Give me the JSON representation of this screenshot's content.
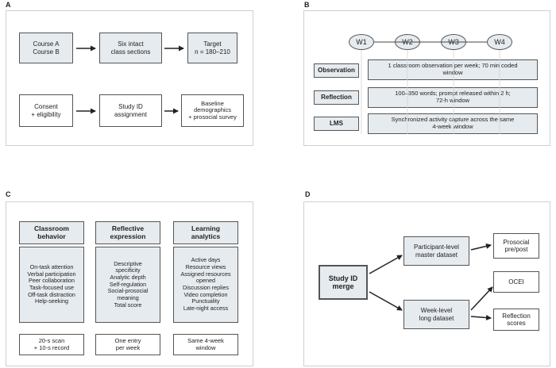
{
  "panel_a": {
    "label": "A",
    "row1": [
      [
        "Course A",
        "Course B"
      ],
      [
        "Six intact",
        "class sections"
      ],
      [
        "Target",
        "n = 180–210"
      ]
    ],
    "row2": [
      [
        "Consent",
        "+ eligibility"
      ],
      [
        "Study ID",
        "assignment"
      ],
      [
        "Baseline",
        "demographics",
        "+ prosocial survey"
      ]
    ]
  },
  "panel_b": {
    "label": "B",
    "weeks": [
      "W1",
      "W2",
      "W3",
      "W4"
    ],
    "rows": [
      {
        "label": "Observation",
        "lines": [
          "1 classroom observation per week; 70 min coded",
          "window"
        ]
      },
      {
        "label": "Reflection",
        "lines": [
          "100–350 words; prompt released within 2 h;",
          "72-h window"
        ]
      },
      {
        "label": "LMS",
        "lines": [
          "Synchronized activity capture across the same",
          "4-week window"
        ]
      }
    ]
  },
  "panel_c": {
    "label": "C",
    "columns": [
      {
        "title": [
          "Classroom",
          "behavior"
        ],
        "items": [
          "On-task attention",
          "Verbal participation",
          "Peer collaboration",
          "Task-focused use",
          "Off-task distraction",
          "Help-seeking"
        ],
        "footer": [
          "20-s scan",
          "+ 10-s record"
        ]
      },
      {
        "title": [
          "Reflective",
          "expression"
        ],
        "items": [
          "Descriptive",
          "specificity",
          "Analytic depth",
          "Self-regulation",
          "Social-prosocial",
          "meaning",
          "Total score"
        ],
        "footer": [
          "One entry",
          "per week"
        ]
      },
      {
        "title": [
          "Learning",
          "analytics"
        ],
        "items": [
          "Active days",
          "Resource views",
          "Assigned resources",
          "opened",
          "Discussion replies",
          "Video completion",
          "Punctuality",
          "Late-night access"
        ],
        "footer": [
          "Same 4-week",
          "window"
        ]
      }
    ]
  },
  "panel_d": {
    "label": "D",
    "merge": [
      "Study ID",
      "merge"
    ],
    "participant": [
      "Participant-level",
      "master dataset"
    ],
    "week": [
      "Week-level",
      "long dataset"
    ],
    "prosocial": [
      "Prosocial",
      "pre/post"
    ],
    "ocei": [
      "OCEI"
    ],
    "reflection": [
      "Reflection",
      "scores"
    ]
  }
}
